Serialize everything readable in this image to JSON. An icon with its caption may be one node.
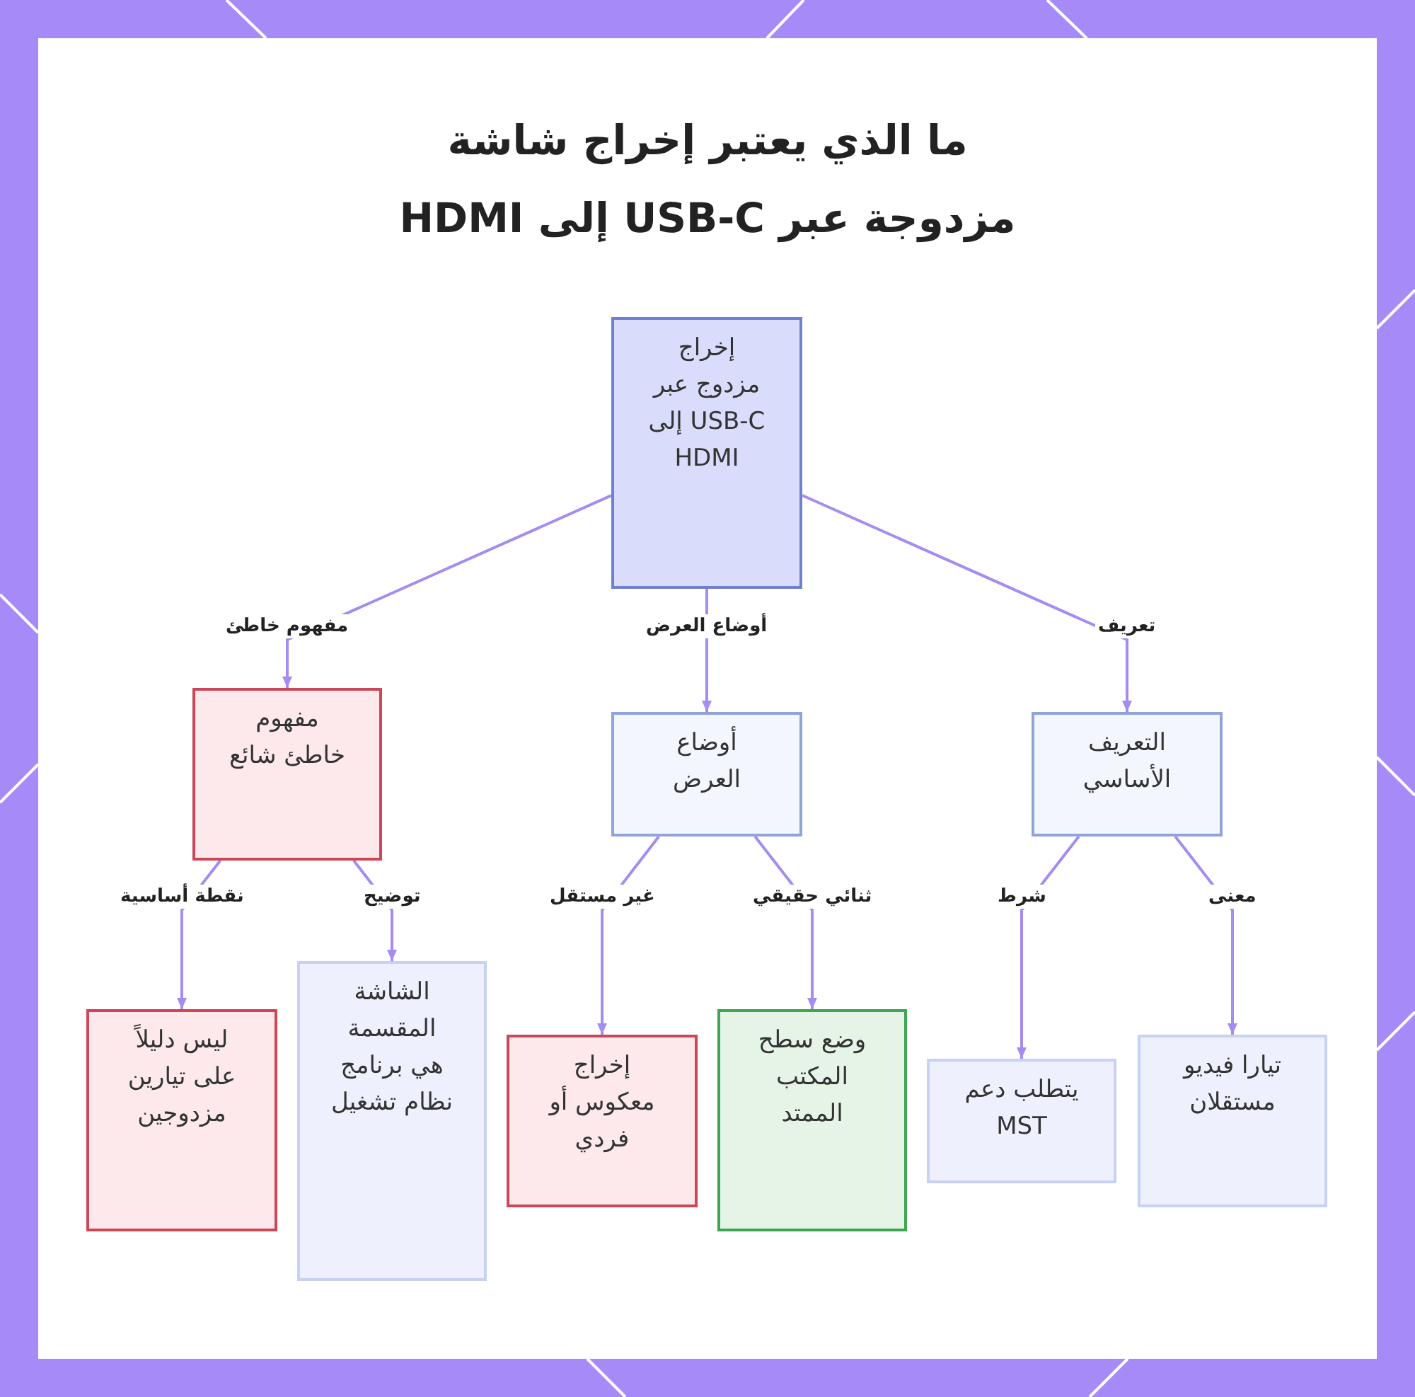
{
  "diagram": {
    "title": "ما الذي يعتبر إخراج شاشة مزدوجة عبر USB-C إلى HDMI",
    "nodes": [
      {
        "text": [
          "إخراج مزدوج عبر USB-C إلى HDMI"
        ]
      },
      {
        "text": [
          "مفهوم خاطئ شائع"
        ]
      },
      {
        "text": [
          "أوضاع العرض"
        ]
      },
      {
        "text": [
          "التعريف الأساسي"
        ]
      },
      {
        "text": [
          "ليس دليلاً على تيارين مزدوجين"
        ]
      },
      {
        "text": [
          "الشاشة المقسمة هي برنامج نظام تشغيل"
        ]
      },
      {
        "text": [
          "إخراج معكوس أو فردي"
        ]
      },
      {
        "text": [
          "وضع سطح المكتب الممتد"
        ]
      },
      {
        "text": [
          "يتطلب دعم MST"
        ]
      },
      {
        "text": [
          "تيارا فيديو مستقلان"
        ]
      }
    ],
    "edges": [
      {
        "from": 0,
        "to": 1,
        "arrow": "to",
        "label": "مفهوم خاطئ"
      },
      {
        "from": 0,
        "to": 2,
        "arrow": "to",
        "label": "أوضاع العرض"
      },
      {
        "from": 0,
        "to": 3,
        "arrow": "to",
        "label": "تعريف"
      },
      {
        "from": 1,
        "to": 4,
        "arrow": "to",
        "label": "نقطة أساسية"
      },
      {
        "from": 1,
        "to": 5,
        "arrow": "to",
        "label": "توضيح"
      },
      {
        "from": 2,
        "to": 6,
        "arrow": "to",
        "label": "غير مستقل"
      },
      {
        "from": 2,
        "to": 7,
        "arrow": "to",
        "label": "ثنائي حقيقي"
      },
      {
        "from": 3,
        "to": 8,
        "arrow": "to",
        "label": "شرط"
      },
      {
        "from": 3,
        "to": 9,
        "arrow": "to",
        "label": "معنى"
      }
    ]
  }
}
